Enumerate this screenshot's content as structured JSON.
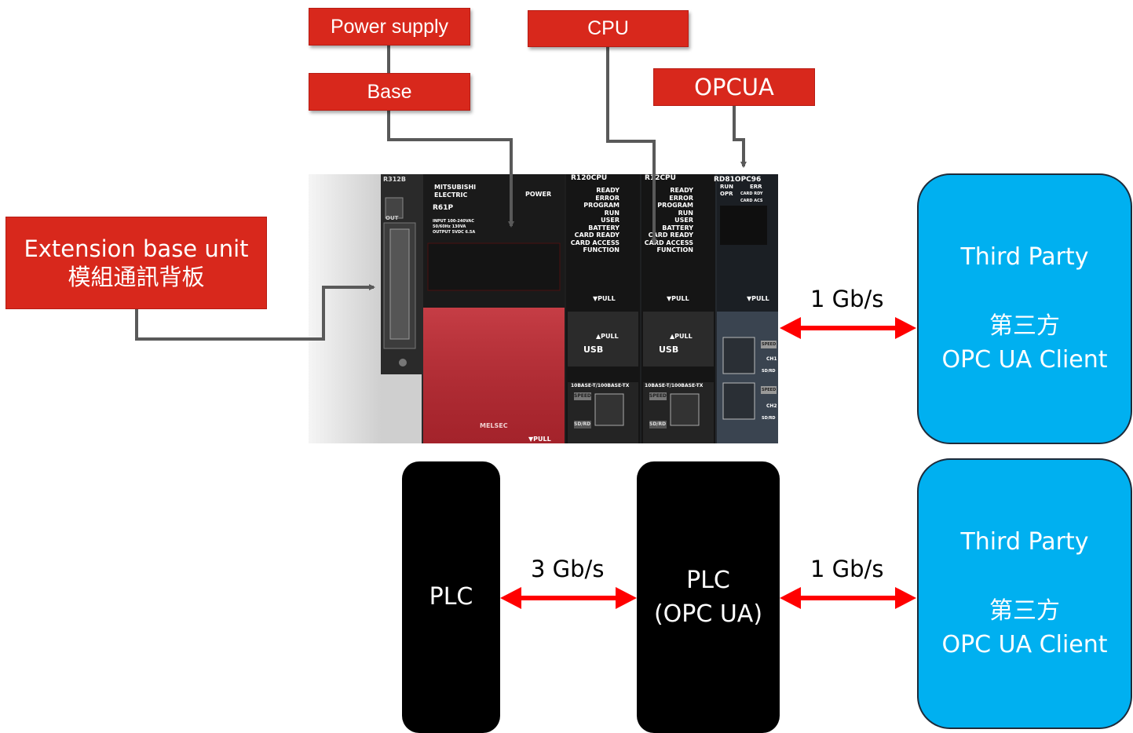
{
  "labels": {
    "power_supply": "Power supply",
    "base": "Base",
    "cpu": "CPU",
    "opcua": "OPCUA",
    "extension_base_unit_en": "Extension base unit",
    "extension_base_unit_zh": "模組通訊背板"
  },
  "photo": {
    "brand": "MITSUBISHI ELECTRIC",
    "model_ps": "R61P",
    "power_label": "POWER",
    "ps_specs": [
      "INPUT 100-240VAC",
      "50/60Hz 130VA",
      "OUTPUT 5VDC 6.5A"
    ],
    "melsec": "MELSEC",
    "pull": "▼PULL",
    "pull_up": "▲PULL",
    "usb": "USB",
    "ethernet": "10BASE-T/100BASE-TX",
    "speed": "SPEED",
    "sdrd": "SD/RD",
    "ch1": "CH1",
    "ch2": "CH2",
    "cpu1_model": "R120CPU",
    "cpu2_model": "R12CPU",
    "opc_model": "RD81OPC96",
    "opc_leds": [
      "RUN",
      "ERR",
      "OPR",
      "CARD RDY",
      "CARD ACS"
    ],
    "cpu_leds": [
      "READY",
      "ERROR",
      "PROGRAM RUN",
      "USER",
      "BATTERY",
      "CARD READY",
      "CARD ACCESS",
      "FUNCTION"
    ],
    "ext_model": "R312B",
    "out": "OUT"
  },
  "top_link": {
    "speed": "1 Gb/s",
    "client_line1": "Third Party",
    "client_line2": "第三方",
    "client_line3": "OPC UA Client"
  },
  "bottom": {
    "plc": "PLC",
    "plc_opc_line1": "PLC",
    "plc_opc_line2": "(OPC UA)",
    "speed_plc": "3 Gb/s",
    "speed_client": "1 Gb/s",
    "client_line1": "Third Party",
    "client_line2": "第三方",
    "client_line3": "OPC UA Client"
  },
  "colors": {
    "label_red": "#d8281c",
    "arrow_red": "#ff0000",
    "client_blue": "#00b0f0",
    "connector_gray": "#595959"
  }
}
